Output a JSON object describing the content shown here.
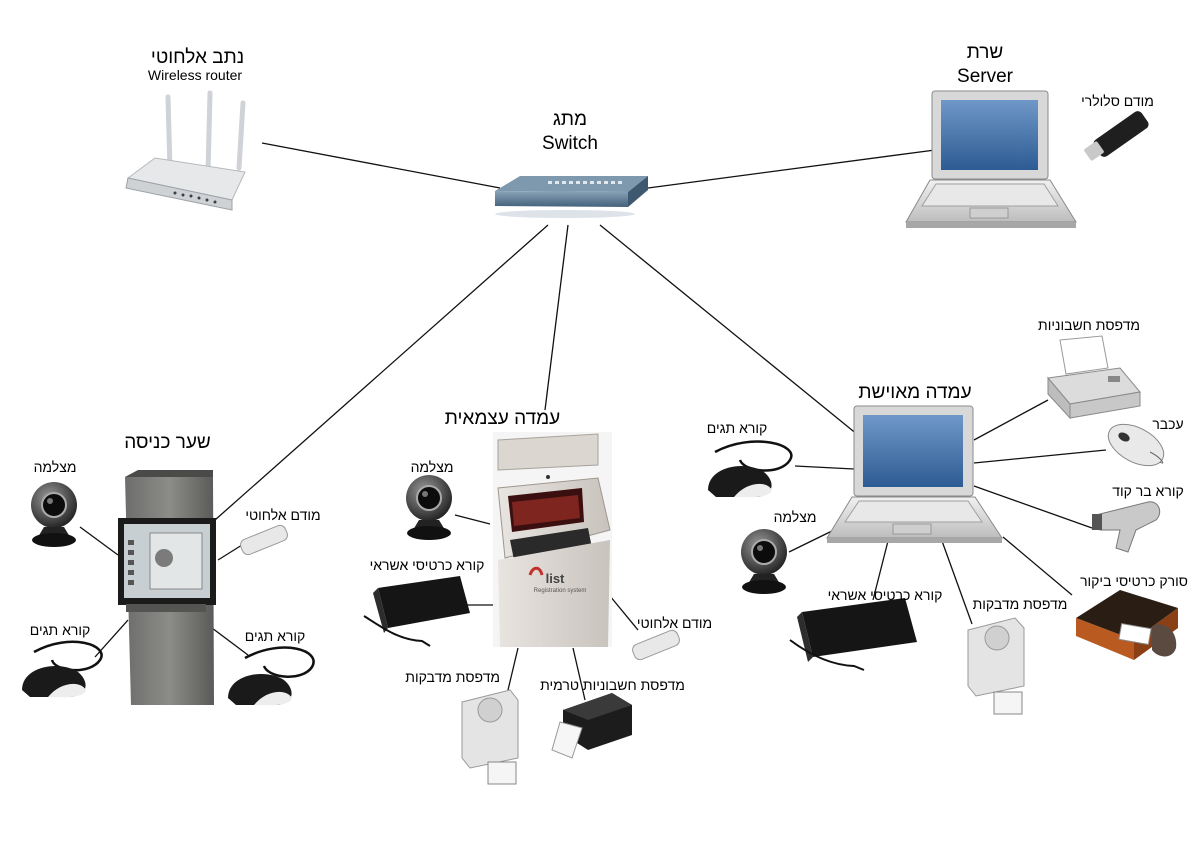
{
  "nodes": {
    "switch": {
      "label_he": "מתג",
      "label_en": "Switch"
    },
    "router": {
      "label_he": "נתב אלחוטי",
      "label_en": "Wireless router"
    },
    "server": {
      "label_he": "שרת",
      "label_en": "Server"
    },
    "cell_modem": {
      "label": "מודם סלולרי"
    },
    "entrance_gate": {
      "title": "שער כניסה",
      "camera": "מצלמה",
      "wireless_modem": "מודם אלחוטי",
      "tag_reader_left": "קורא תגים",
      "tag_reader_right": "קורא תגים"
    },
    "self_kiosk": {
      "title": "עמדה עצמאית",
      "camera": "מצלמה",
      "credit_card_reader": "קורא כרטיסי אשראי",
      "wireless_modem": "מודם אלחוטי",
      "label_printer": "מדפסת מדבקות",
      "thermal_receipt_printer": "מדפסת חשבוניות טרמית",
      "kiosk_brand": "list",
      "kiosk_sub": "Registration system"
    },
    "staffed_station": {
      "title": "עמדה מאוישת",
      "receipt_printer": "מדפסת חשבוניות",
      "mouse": "עכבר",
      "barcode_reader": "קורא בר קוד",
      "business_card_scanner": "סורק כרטיסי ביקור",
      "label_printer": "מדפסת מדבקות",
      "credit_card_reader": "קורא כרטיסי אשראי",
      "camera": "מצלמה",
      "tag_reader": "קורא תגים"
    }
  }
}
